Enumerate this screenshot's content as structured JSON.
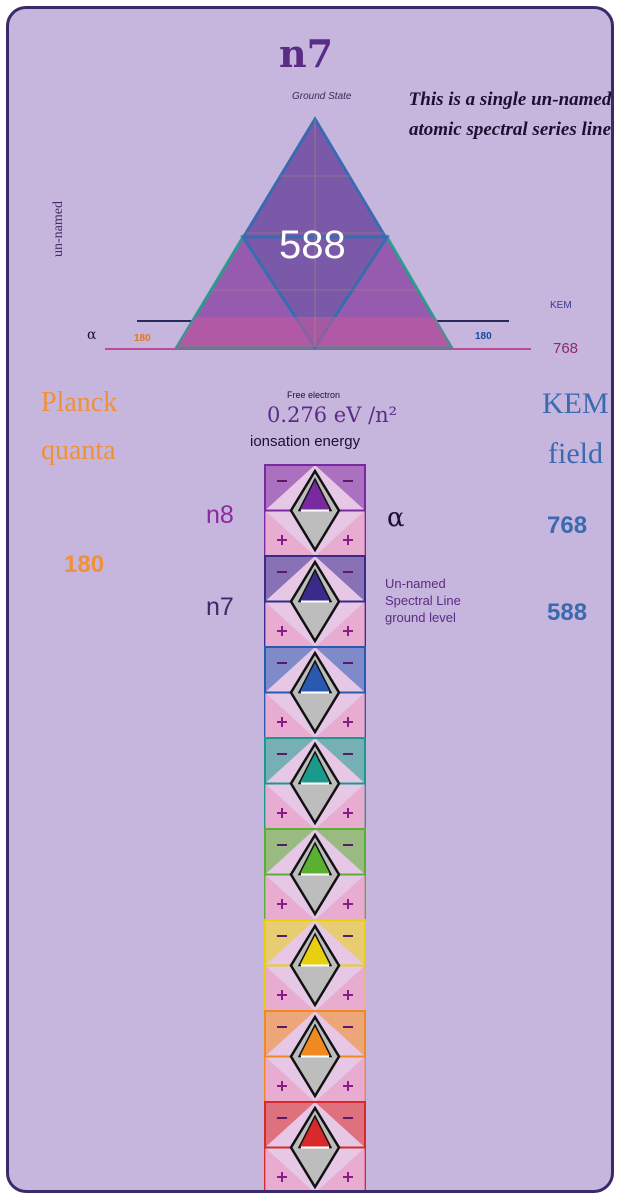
{
  "header": {
    "title": "n7",
    "subtitle": "Ground State",
    "description": "This is a single un-named atomic spectral series line"
  },
  "triangle": {
    "value": "588",
    "side_label": "un-named",
    "alpha_label": "α",
    "kem_label": "KEM",
    "left_quanta": "180",
    "right_quanta": "180",
    "right_value": "768"
  },
  "left_panel": {
    "line1": "Planck",
    "line2": "quanta",
    "value": "180"
  },
  "right_panel": {
    "line1": "KEM",
    "line2": "field",
    "value_top": "768",
    "value_bottom": "588"
  },
  "center": {
    "free_electron": "Free electron",
    "energy": "0.276 eV /n²",
    "ionisation": "ionsation energy"
  },
  "column": {
    "n8_label": "n8",
    "n7_label": "n7",
    "alpha": "α",
    "spectral_note": "Un-named Spectral Line ground level",
    "level_colors": [
      "#7a2aa0",
      "#3a2a8a",
      "#2a5ab0",
      "#1a9a8a",
      "#5ab030",
      "#e8d010",
      "#f08a20",
      "#d82a2a"
    ]
  }
}
